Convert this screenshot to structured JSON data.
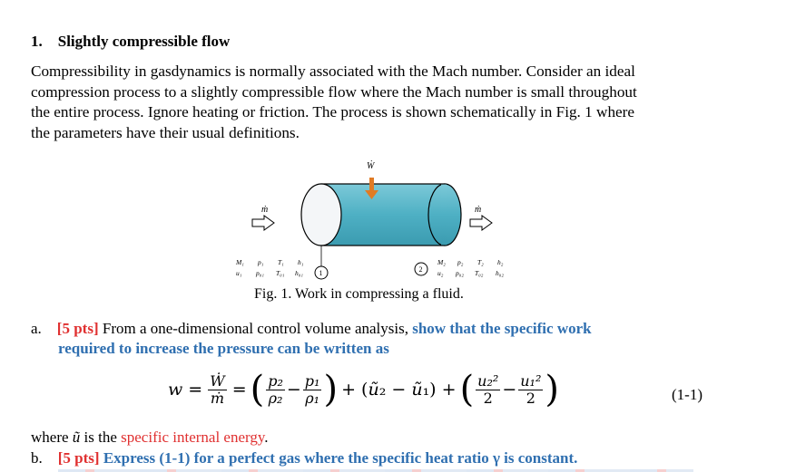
{
  "section": {
    "number": "1.",
    "title": "Slightly compressible flow"
  },
  "intro": [
    "Compressibility in gasdynamics is normally associated with the Mach number.  Consider an ideal",
    "compression process to a slightly compressible flow where the Mach number is small throughout",
    "the entire process.  Ignore heating or friction.  The process is shown schematically in Fig. 1 where",
    "the parameters have their usual definitions."
  ],
  "figure": {
    "work_label": "Ẇ",
    "mdot_in": "ṁ",
    "mdot_out": "ṁ",
    "state1_row1": [
      "M₁",
      "p₁",
      "T₁",
      "h₁"
    ],
    "state1_row2": [
      "u₁",
      "p₀₁",
      "T₀₁",
      "h₀₁"
    ],
    "state2_row1": [
      "M₂",
      "p₂",
      "T₂",
      "h₂"
    ],
    "state2_row2": [
      "u₂",
      "p₀₂",
      "T₀₂",
      "h₀₂"
    ],
    "node1": "1",
    "node2": "2",
    "caption": "Fig. 1. Work in compressing a fluid.",
    "colors": {
      "cylinder": "#5bb6c8",
      "arrow": "#e07b24"
    }
  },
  "part_a": {
    "letter": "a.",
    "points": "[5 pts]",
    "text1": " From a one-dimensional control volume analysis, ",
    "emph1": "show that the specific work",
    "emph2": "required to increase the pressure can be written as"
  },
  "equation": {
    "lhs": "w =",
    "number": "(1-1)"
  },
  "where": {
    "prefix": "where ",
    "symbol": "ũ",
    "mid": " is the ",
    "term": "specific internal energy",
    "suffix": "."
  },
  "part_b": {
    "letter": "b.",
    "points": "[5 pts]",
    "text": " Express (1-1) for a perfect gas where the specific heat ratio γ is constant."
  }
}
